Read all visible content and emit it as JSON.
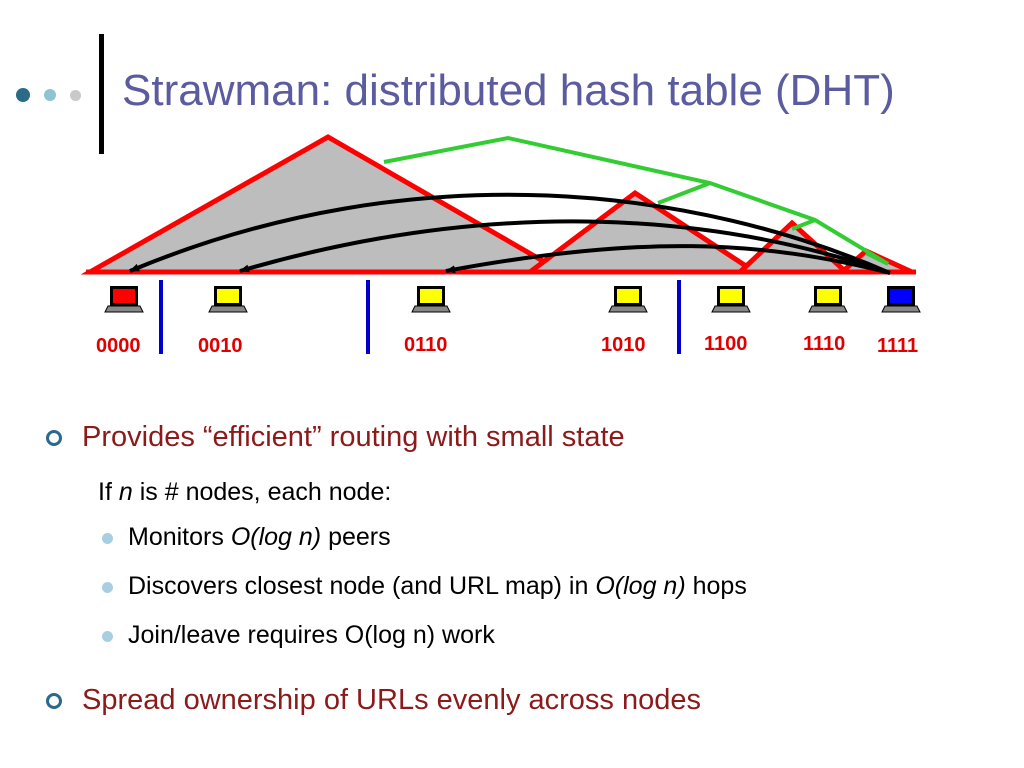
{
  "slide": {
    "title": "Strawman:  distributed hash table (DHT)"
  },
  "diagram": {
    "nodes": [
      {
        "id": "0000",
        "label": "0000",
        "color": "red"
      },
      {
        "id": "0010",
        "label": "0010",
        "color": "yellow"
      },
      {
        "id": "0110",
        "label": "0110",
        "color": "yellow"
      },
      {
        "id": "1010",
        "label": "1010",
        "color": "yellow"
      },
      {
        "id": "1100",
        "label": "1100",
        "color": "yellow"
      },
      {
        "id": "1110",
        "label": "1110",
        "color": "yellow"
      },
      {
        "id": "1111",
        "label": "1111",
        "color": "blue"
      }
    ],
    "colors": {
      "triangle_edge": "#ff0000",
      "triangle_fill": "#bdbdbd",
      "tree_links": "#33cc33",
      "arrows": "#000000",
      "dividers": "#0000cc"
    }
  },
  "bullets": {
    "b1": "Provides “efficient” routing with small state",
    "line_if": "If",
    "line_n": "n",
    "line_rest": "is # nodes, each node:",
    "s1_a": "Monitors",
    "s1_b": "O(log n)",
    "s1_c": "peers",
    "s2_a": "Discovers closest node (and URL map) in",
    "s2_b": "O(log n)",
    "s2_c": "hops",
    "s3": "Join/leave requires O(log n) work",
    "b2": "Spread ownership of URLs evenly across nodes"
  }
}
